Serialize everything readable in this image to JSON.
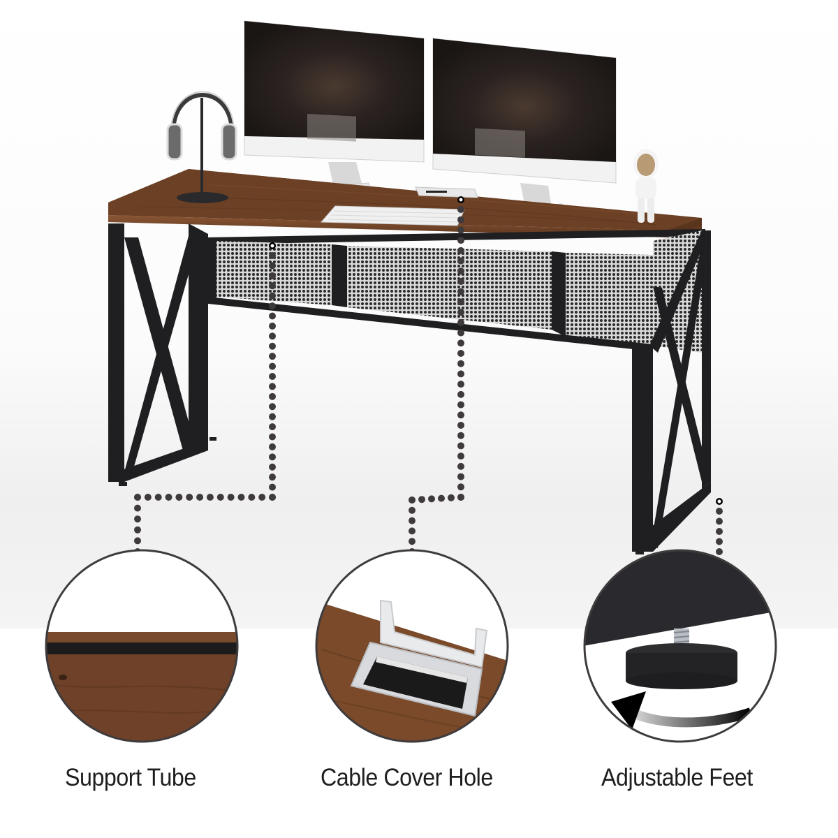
{
  "product": {
    "subject": "Rustic brown computer desk with black metal X-frame legs and mesh front panel",
    "colors": {
      "wood": "#6b4024",
      "wood_light": "#8a5634",
      "frame": "#1f1f21",
      "leader_dots": "#3f3b3c",
      "label_text": "#1e1e1e"
    }
  },
  "desktop_items": [
    "dual-monitors",
    "headphones-on-stand",
    "keyboard",
    "astronaut-figurine",
    "cable-grommet"
  ],
  "callouts": [
    {
      "id": "support-tube",
      "label": "Support Tube"
    },
    {
      "id": "cable-cover-hole",
      "label": "Cable Cover Hole"
    },
    {
      "id": "adjustable-feet",
      "label": "Adjustable Feet"
    }
  ]
}
